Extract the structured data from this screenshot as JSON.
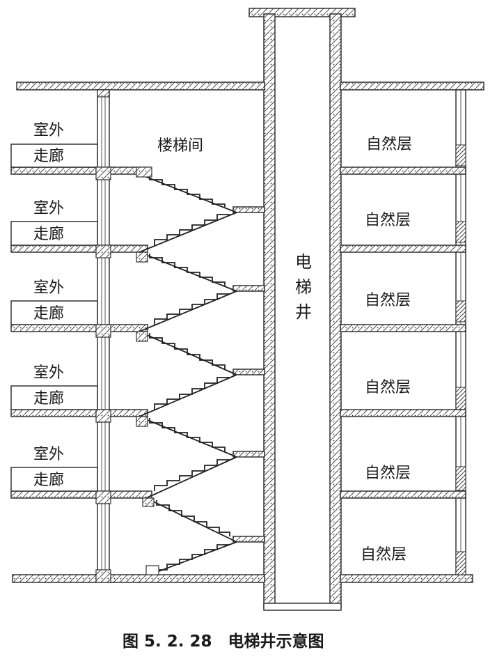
{
  "diagram": {
    "caption": "图 5. 2. 28　电梯井示意图",
    "stair_label": "楼梯间",
    "shaft_label": [
      "电",
      "梯",
      "井"
    ],
    "corridor_labels": [
      [
        "室外",
        "走廊"
      ],
      [
        "室外",
        "走廊"
      ],
      [
        "室外",
        "走廊"
      ],
      [
        "室外",
        "走廊"
      ],
      [
        "室外",
        "走廊"
      ]
    ],
    "floor_labels": [
      "自然层",
      "自然层",
      "自然层",
      "自然层",
      "自然层",
      "自然层"
    ]
  }
}
